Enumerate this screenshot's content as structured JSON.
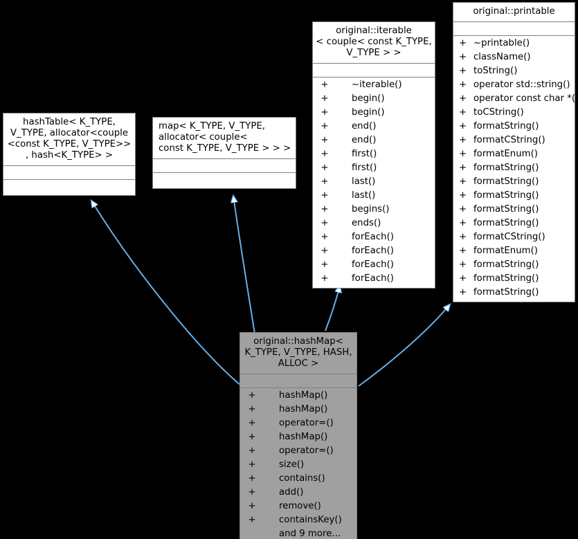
{
  "diagram": {
    "type": "uml-class-inheritance",
    "background_color": "#000000",
    "edge_color": "#64b0ec",
    "box_border_color": "#808080",
    "box_fill_color": "#ffffff",
    "highlight_fill_color": "#a0a0a0",
    "classes": [
      {
        "id": "hashTable",
        "title": "hashTable< K_TYPE,\n V_TYPE, allocator<couple\n<const K_TYPE, V_TYPE>>\n, hash<K_TYPE>  >",
        "attributes": [],
        "operations": [],
        "highlighted": false
      },
      {
        "id": "map",
        "title": "map< K_TYPE, V_TYPE,\n allocator< couple<\n const K_TYPE, V_TYPE > > >",
        "attributes": [],
        "operations": [],
        "highlighted": false
      },
      {
        "id": "iterable",
        "title": "original::iterable\n< couple< const K_TYPE,\nV_TYPE > >",
        "attributes": [],
        "operations": [
          {
            "visibility": "+",
            "name": "~iterable()"
          },
          {
            "visibility": "+",
            "name": "begin()"
          },
          {
            "visibility": "+",
            "name": "begin()"
          },
          {
            "visibility": "+",
            "name": "end()"
          },
          {
            "visibility": "+",
            "name": "end()"
          },
          {
            "visibility": "+",
            "name": "first()"
          },
          {
            "visibility": "+",
            "name": "first()"
          },
          {
            "visibility": "+",
            "name": "last()"
          },
          {
            "visibility": "+",
            "name": "last()"
          },
          {
            "visibility": "+",
            "name": "begins()"
          },
          {
            "visibility": "+",
            "name": "ends()"
          },
          {
            "visibility": "+",
            "name": "forEach()"
          },
          {
            "visibility": "+",
            "name": "forEach()"
          },
          {
            "visibility": "+",
            "name": "forEach()"
          },
          {
            "visibility": "+",
            "name": "forEach()"
          }
        ],
        "highlighted": false
      },
      {
        "id": "printable",
        "title": "original::printable",
        "attributes": [],
        "operations": [
          {
            "visibility": "+",
            "name": "~printable()"
          },
          {
            "visibility": "+",
            "name": "className()"
          },
          {
            "visibility": "+",
            "name": "toString()"
          },
          {
            "visibility": "+",
            "name": "operator std::string()"
          },
          {
            "visibility": "+",
            "name": "operator const char *()"
          },
          {
            "visibility": "+",
            "name": "toCString()"
          },
          {
            "visibility": "+",
            "name": "formatString()"
          },
          {
            "visibility": "+",
            "name": "formatCString()"
          },
          {
            "visibility": "+",
            "name": "formatEnum()"
          },
          {
            "visibility": "+",
            "name": "formatString()"
          },
          {
            "visibility": "+",
            "name": "formatString()"
          },
          {
            "visibility": "+",
            "name": "formatString()"
          },
          {
            "visibility": "+",
            "name": "formatString()"
          },
          {
            "visibility": "+",
            "name": "formatString()"
          },
          {
            "visibility": "+",
            "name": "formatCString()"
          },
          {
            "visibility": "+",
            "name": "formatEnum()"
          },
          {
            "visibility": "+",
            "name": "formatString()"
          },
          {
            "visibility": "+",
            "name": "formatString()"
          },
          {
            "visibility": "+",
            "name": "formatString()"
          }
        ],
        "highlighted": false
      },
      {
        "id": "hashMap",
        "title": "original::hashMap<\nK_TYPE, V_TYPE, HASH,\nALLOC >",
        "attributes": [],
        "operations": [
          {
            "visibility": "+",
            "name": "hashMap()"
          },
          {
            "visibility": "+",
            "name": "hashMap()"
          },
          {
            "visibility": "+",
            "name": "operator=()"
          },
          {
            "visibility": "+",
            "name": "hashMap()"
          },
          {
            "visibility": "+",
            "name": "operator=()"
          },
          {
            "visibility": "+",
            "name": "size()"
          },
          {
            "visibility": "+",
            "name": "contains()"
          },
          {
            "visibility": "+",
            "name": "add()"
          },
          {
            "visibility": "+",
            "name": "remove()"
          },
          {
            "visibility": "+",
            "name": "containsKey()"
          },
          {
            "visibility": "",
            "name": "and 9 more..."
          }
        ],
        "highlighted": true
      }
    ],
    "edges": [
      {
        "from": "hashMap",
        "to": "hashTable",
        "kind": "inheritance"
      },
      {
        "from": "hashMap",
        "to": "map",
        "kind": "inheritance"
      },
      {
        "from": "hashMap",
        "to": "iterable",
        "kind": "inheritance"
      },
      {
        "from": "hashMap",
        "to": "printable",
        "kind": "inheritance"
      }
    ]
  }
}
